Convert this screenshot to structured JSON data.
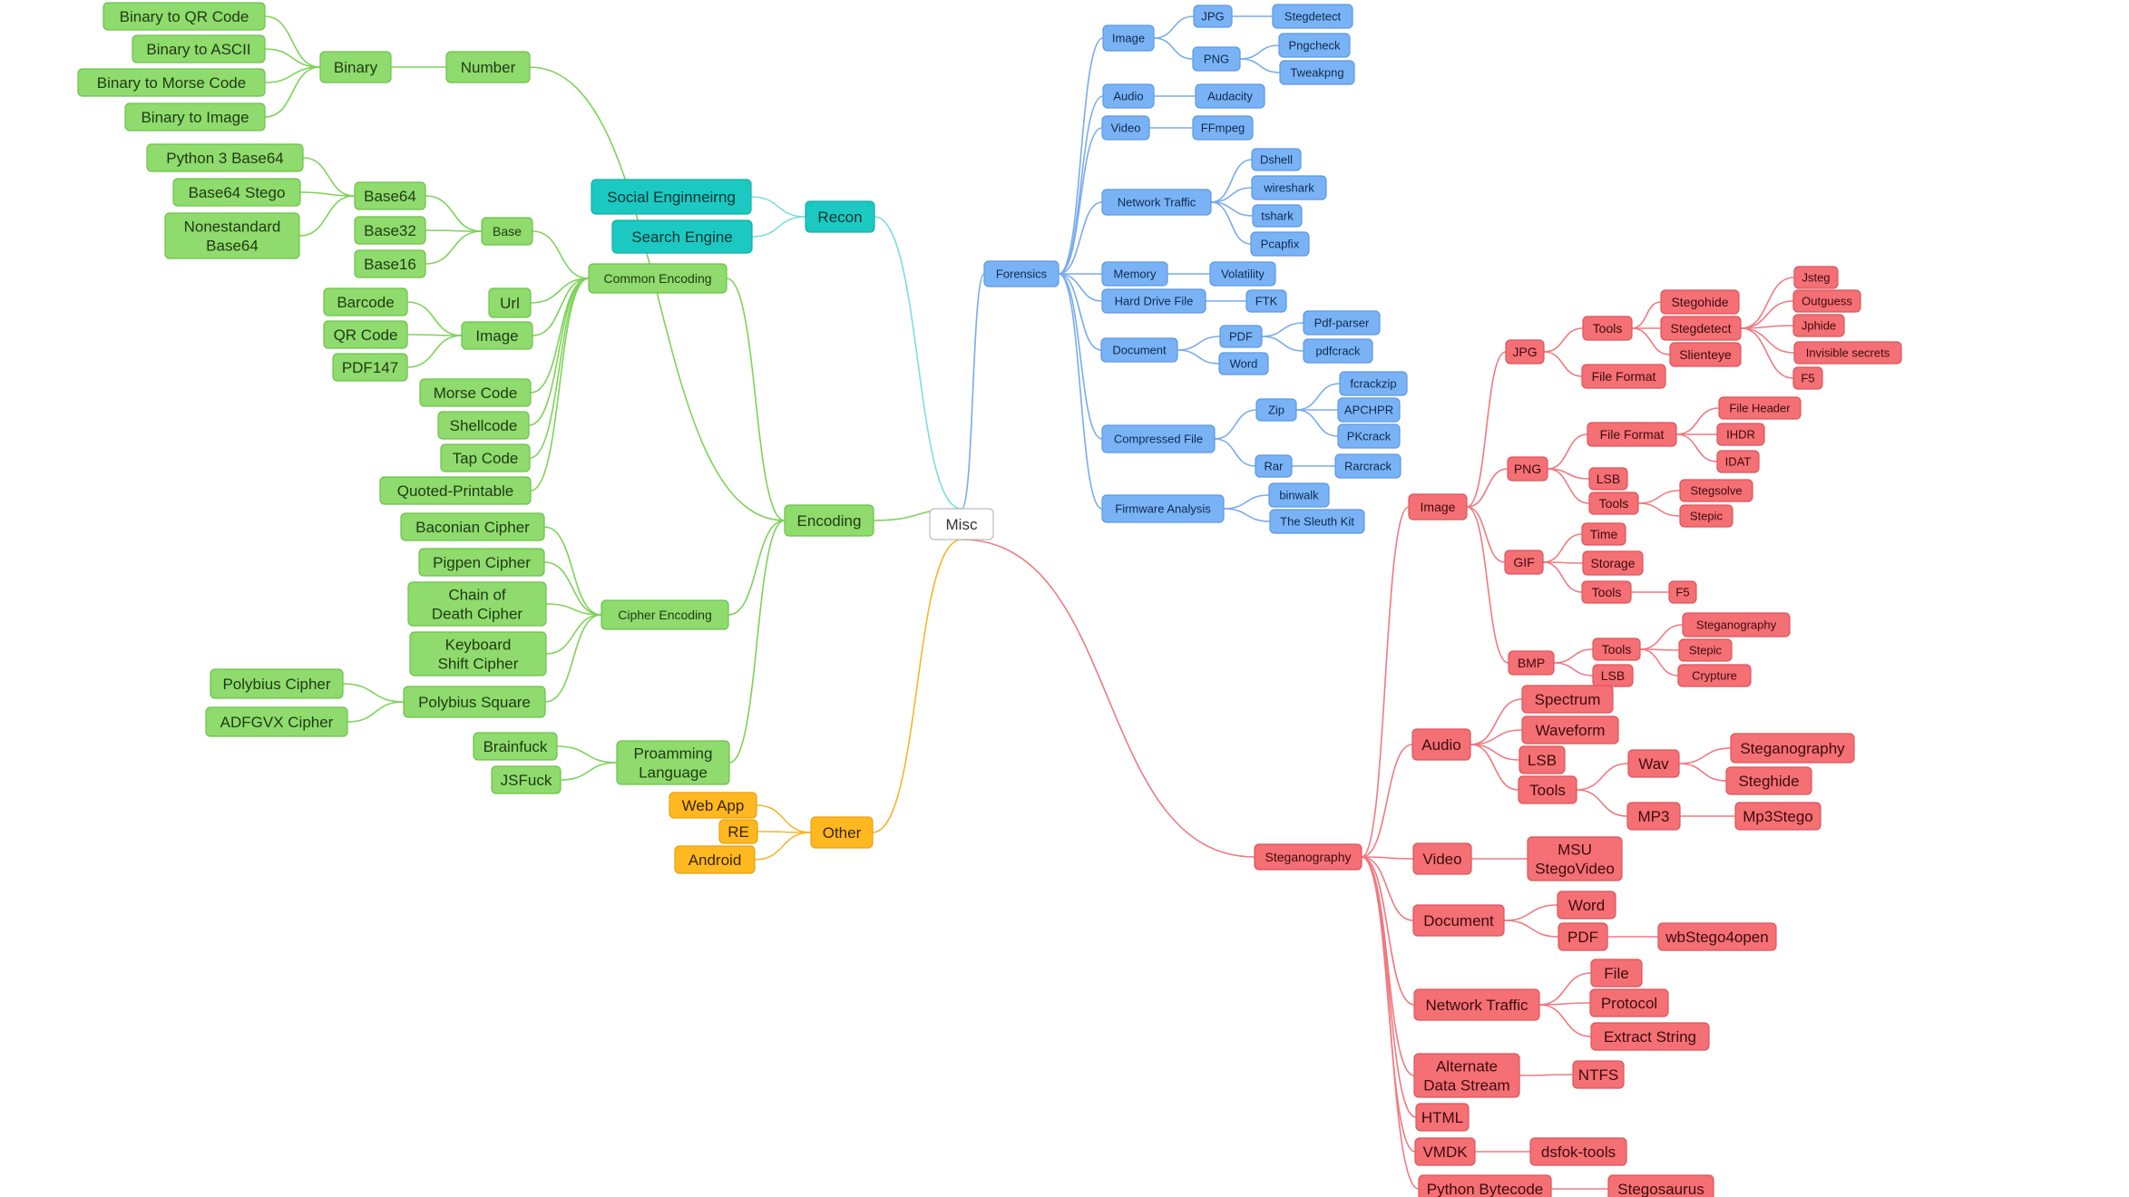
{
  "colors": {
    "green": {
      "fill": "#8FDB6E",
      "stroke": "#6CC24A",
      "text": "#1f3a12",
      "line": "#7ED35A"
    },
    "teal": {
      "fill": "#1CC9C2",
      "stroke": "#12AEA8",
      "text": "#063533",
      "line": "#7EDDE0"
    },
    "orange": {
      "fill": "#FFB820",
      "stroke": "#E9A00C",
      "text": "#3b2600",
      "line": "#F3B62E"
    },
    "blue": {
      "fill": "#7AB3F5",
      "stroke": "#5C98E3",
      "text": "#0d2a50",
      "line": "#7AACEC"
    },
    "red": {
      "fill": "#F47075",
      "stroke": "#DE545A",
      "text": "#3d0b0d",
      "line": "#F07A80"
    },
    "root": {
      "fill": "#ffffff",
      "stroke": "#bbbbbb",
      "text": "#333333",
      "line": "#cccccc"
    }
  },
  "nodes": [
    {
      "id": "misc",
      "label": "Misc",
      "color": "root"
    },
    {
      "id": "number",
      "label": "Number",
      "color": "green"
    },
    {
      "id": "binary",
      "label": "Binary",
      "color": "green"
    },
    {
      "id": "b2qr",
      "label": "Binary to QR Code",
      "color": "green"
    },
    {
      "id": "b2ascii",
      "label": "Binary to ASCII",
      "color": "green"
    },
    {
      "id": "b2morse",
      "label": "Binary to Morse Code",
      "color": "green"
    },
    {
      "id": "b2img",
      "label": "Binary to Image",
      "color": "green"
    },
    {
      "id": "common",
      "label": "Common Encoding",
      "color": "green"
    },
    {
      "id": "base",
      "label": "Base",
      "color": "green"
    },
    {
      "id": "base64",
      "label": "Base64",
      "color": "green"
    },
    {
      "id": "py3b64",
      "label": "Python 3 Base64",
      "color": "green"
    },
    {
      "id": "b64stego",
      "label": "Base64 Stego",
      "color": "green"
    },
    {
      "id": "nonstd",
      "label": "Nonestandard Base64",
      "color": "green"
    },
    {
      "id": "base32",
      "label": "Base32",
      "color": "green"
    },
    {
      "id": "base16",
      "label": "Base16",
      "color": "green"
    },
    {
      "id": "url",
      "label": "Url",
      "color": "green"
    },
    {
      "id": "gimage",
      "label": "Image",
      "color": "green"
    },
    {
      "id": "barcode",
      "label": "Barcode",
      "color": "green"
    },
    {
      "id": "qrcode",
      "label": "QR Code",
      "color": "green"
    },
    {
      "id": "pdf147",
      "label": "PDF147",
      "color": "green"
    },
    {
      "id": "morse",
      "label": "Morse Code",
      "color": "green"
    },
    {
      "id": "shellcode",
      "label": "Shellcode",
      "color": "green"
    },
    {
      "id": "tapcode",
      "label": "Tap Code",
      "color": "green"
    },
    {
      "id": "qp",
      "label": "Quoted-Printable",
      "color": "green"
    },
    {
      "id": "encoding",
      "label": "Encoding",
      "color": "green"
    },
    {
      "id": "cipher",
      "label": "Cipher Encoding",
      "color": "green"
    },
    {
      "id": "baconian",
      "label": "Baconian Cipher",
      "color": "green"
    },
    {
      "id": "pigpen",
      "label": "Pigpen Cipher",
      "color": "green"
    },
    {
      "id": "chain",
      "label": "Chain of Death Cipher",
      "color": "green"
    },
    {
      "id": "keyboard",
      "label": "Keyboard Shift Cipher",
      "color": "green"
    },
    {
      "id": "polysq",
      "label": "Polybius Square",
      "color": "green"
    },
    {
      "id": "polycipher",
      "label": "Polybius Cipher",
      "color": "green"
    },
    {
      "id": "adfgvx",
      "label": "ADFGVX Cipher",
      "color": "green"
    },
    {
      "id": "proamming",
      "label": "Proamming Language",
      "color": "green"
    },
    {
      "id": "brainfuck",
      "label": "Brainfuck",
      "color": "green"
    },
    {
      "id": "jsfuck",
      "label": "JSFuck",
      "color": "green"
    },
    {
      "id": "recon",
      "label": "Recon",
      "color": "teal"
    },
    {
      "id": "social",
      "label": "Social Enginneirng",
      "color": "teal"
    },
    {
      "id": "search",
      "label": "Search Engine",
      "color": "teal"
    },
    {
      "id": "other",
      "label": "Other",
      "color": "orange"
    },
    {
      "id": "webapp",
      "label": "Web App",
      "color": "orange"
    },
    {
      "id": "re",
      "label": "RE",
      "color": "orange"
    },
    {
      "id": "android",
      "label": "Android",
      "color": "orange"
    },
    {
      "id": "forensics",
      "label": "Forensics",
      "color": "blue"
    },
    {
      "id": "fimage",
      "label": "Image",
      "color": "blue"
    },
    {
      "id": "fjpg",
      "label": "JPG",
      "color": "blue"
    },
    {
      "id": "stegdetect1",
      "label": "Stegdetect",
      "color": "blue"
    },
    {
      "id": "fpng",
      "label": "PNG",
      "color": "blue"
    },
    {
      "id": "pngcheck",
      "label": "Pngcheck",
      "color": "blue"
    },
    {
      "id": "tweakpng",
      "label": "Tweakpng",
      "color": "blue"
    },
    {
      "id": "faudio",
      "label": "Audio",
      "color": "blue"
    },
    {
      "id": "audacity",
      "label": "Audacity",
      "color": "blue"
    },
    {
      "id": "fvideo",
      "label": "Video",
      "color": "blue"
    },
    {
      "id": "ffmpeg",
      "label": "FFmpeg",
      "color": "blue"
    },
    {
      "id": "fnet",
      "label": "Network Traffic",
      "color": "blue"
    },
    {
      "id": "dshell",
      "label": "Dshell",
      "color": "blue"
    },
    {
      "id": "wireshark",
      "label": "wireshark",
      "color": "blue"
    },
    {
      "id": "tshark",
      "label": "tshark",
      "color": "blue"
    },
    {
      "id": "pcapfix",
      "label": "Pcapfix",
      "color": "blue"
    },
    {
      "id": "memory",
      "label": "Memory",
      "color": "blue"
    },
    {
      "id": "volatility",
      "label": "Volatility",
      "color": "blue"
    },
    {
      "id": "hdd",
      "label": "Hard Drive File",
      "color": "blue"
    },
    {
      "id": "ftk",
      "label": "FTK",
      "color": "blue"
    },
    {
      "id": "fdoc",
      "label": "Document",
      "color": "blue"
    },
    {
      "id": "fpdf",
      "label": "PDF",
      "color": "blue"
    },
    {
      "id": "pdfparser",
      "label": "Pdf-parser",
      "color": "blue"
    },
    {
      "id": "pdfcrack",
      "label": "pdfcrack",
      "color": "blue"
    },
    {
      "id": "fword",
      "label": "Word",
      "color": "blue"
    },
    {
      "id": "compressed",
      "label": "Compressed File",
      "color": "blue"
    },
    {
      "id": "zip",
      "label": "Zip",
      "color": "blue"
    },
    {
      "id": "fcrackzip",
      "label": "fcrackzip",
      "color": "blue"
    },
    {
      "id": "apchpr",
      "label": "APCHPR",
      "color": "blue"
    },
    {
      "id": "pkcrack",
      "label": "PKcrack",
      "color": "blue"
    },
    {
      "id": "rar",
      "label": "Rar",
      "color": "blue"
    },
    {
      "id": "rarcrack",
      "label": "Rarcrack",
      "color": "blue"
    },
    {
      "id": "firmware",
      "label": "Firmware Analysis",
      "color": "blue"
    },
    {
      "id": "binwalk",
      "label": "binwalk",
      "color": "blue"
    },
    {
      "id": "sleuth",
      "label": "The Sleuth Kit",
      "color": "blue"
    },
    {
      "id": "steg",
      "label": "Steganography",
      "color": "red"
    },
    {
      "id": "simage",
      "label": "Image",
      "color": "red"
    },
    {
      "id": "sjpg",
      "label": "JPG",
      "color": "red"
    },
    {
      "id": "jtools",
      "label": "Tools",
      "color": "red"
    },
    {
      "id": "stegohide",
      "label": "Stegohide",
      "color": "red"
    },
    {
      "id": "stegdetect2",
      "label": "Stegdetect",
      "color": "red"
    },
    {
      "id": "slienteye",
      "label": "Slienteye",
      "color": "red"
    },
    {
      "id": "jsteg",
      "label": "Jsteg",
      "color": "red"
    },
    {
      "id": "outguess",
      "label": "Outguess",
      "color": "red"
    },
    {
      "id": "jphide",
      "label": "Jphide",
      "color": "red"
    },
    {
      "id": "invisible",
      "label": "Invisible secrets",
      "color": "red"
    },
    {
      "id": "f5a",
      "label": "F5",
      "color": "red"
    },
    {
      "id": "jff",
      "label": "File Format",
      "color": "red"
    },
    {
      "id": "spng",
      "label": "PNG",
      "color": "red"
    },
    {
      "id": "pff",
      "label": "File Format",
      "color": "red"
    },
    {
      "id": "fileheader",
      "label": "File Header",
      "color": "red"
    },
    {
      "id": "ihdr",
      "label": "IHDR",
      "color": "red"
    },
    {
      "id": "idat",
      "label": "IDAT",
      "color": "red"
    },
    {
      "id": "plsb",
      "label": "LSB",
      "color": "red"
    },
    {
      "id": "ptools",
      "label": "Tools",
      "color": "red"
    },
    {
      "id": "stegsolve",
      "label": "Stegsolve",
      "color": "red"
    },
    {
      "id": "stepic1",
      "label": "Stepic",
      "color": "red"
    },
    {
      "id": "sgif",
      "label": "GIF",
      "color": "red"
    },
    {
      "id": "time",
      "label": "Time",
      "color": "red"
    },
    {
      "id": "storage",
      "label": "Storage",
      "color": "red"
    },
    {
      "id": "gtools",
      "label": "Tools",
      "color": "red"
    },
    {
      "id": "f5b",
      "label": "F5",
      "color": "red"
    },
    {
      "id": "sbmp",
      "label": "BMP",
      "color": "red"
    },
    {
      "id": "btools",
      "label": "Tools",
      "color": "red"
    },
    {
      "id": "blsb",
      "label": "LSB",
      "color": "red"
    },
    {
      "id": "steganography2",
      "label": "Steganography",
      "color": "red"
    },
    {
      "id": "stepic2",
      "label": "Stepic",
      "color": "red"
    },
    {
      "id": "crypture",
      "label": "Crypture",
      "color": "red"
    },
    {
      "id": "saudio",
      "label": "Audio",
      "color": "red"
    },
    {
      "id": "spectrum",
      "label": "Spectrum",
      "color": "red"
    },
    {
      "id": "waveform",
      "label": "Waveform",
      "color": "red"
    },
    {
      "id": "alsb",
      "label": "LSB",
      "color": "red"
    },
    {
      "id": "atools",
      "label": "Tools",
      "color": "red"
    },
    {
      "id": "wav",
      "label": "Wav",
      "color": "red"
    },
    {
      "id": "steganography3",
      "label": "Steganography",
      "color": "red"
    },
    {
      "id": "steghide",
      "label": "Steghide",
      "color": "red"
    },
    {
      "id": "mp3",
      "label": "MP3",
      "color": "red"
    },
    {
      "id": "mp3stego",
      "label": "Mp3Stego",
      "color": "red"
    },
    {
      "id": "svideo",
      "label": "Video",
      "color": "red"
    },
    {
      "id": "msu",
      "label": "MSU StegoVideo",
      "color": "red"
    },
    {
      "id": "sdoc",
      "label": "Document",
      "color": "red"
    },
    {
      "id": "sword",
      "label": "Word",
      "color": "red"
    },
    {
      "id": "spdf",
      "label": "PDF",
      "color": "red"
    },
    {
      "id": "wbstego",
      "label": "wbStego4open",
      "color": "red"
    },
    {
      "id": "snet",
      "label": "Network Traffic",
      "color": "red"
    },
    {
      "id": "sfile",
      "label": "File",
      "color": "red"
    },
    {
      "id": "protocol",
      "label": "Protocol",
      "color": "red"
    },
    {
      "id": "extract",
      "label": "Extract String",
      "color": "red"
    },
    {
      "id": "ads",
      "label": "Alternate Data Stream",
      "color": "red"
    },
    {
      "id": "ntfs",
      "label": "NTFS",
      "color": "red"
    },
    {
      "id": "html",
      "label": "HTML",
      "color": "red"
    },
    {
      "id": "vmdk",
      "label": "VMDK",
      "color": "red"
    },
    {
      "id": "dsfok",
      "label": "dsfok-tools",
      "color": "red"
    },
    {
      "id": "pybyte",
      "label": "Python Bytecode",
      "color": "red"
    },
    {
      "id": "stegosaurus",
      "label": "Stegosaurus",
      "color": "red"
    }
  ],
  "edges": [
    [
      "misc",
      "encoding"
    ],
    [
      "misc",
      "recon"
    ],
    [
      "misc",
      "other"
    ],
    [
      "misc",
      "forensics"
    ],
    [
      "misc",
      "steg"
    ],
    [
      "encoding",
      "number"
    ],
    [
      "encoding",
      "common"
    ],
    [
      "encoding",
      "cipher"
    ],
    [
      "encoding",
      "proamming"
    ],
    [
      "number",
      "binary"
    ],
    [
      "binary",
      "b2qr"
    ],
    [
      "binary",
      "b2ascii"
    ],
    [
      "binary",
      "b2morse"
    ],
    [
      "binary",
      "b2img"
    ],
    [
      "common",
      "base"
    ],
    [
      "common",
      "url"
    ],
    [
      "common",
      "gimage"
    ],
    [
      "common",
      "morse"
    ],
    [
      "common",
      "shellcode"
    ],
    [
      "common",
      "tapcode"
    ],
    [
      "common",
      "qp"
    ],
    [
      "base",
      "base64"
    ],
    [
      "base",
      "base32"
    ],
    [
      "base",
      "base16"
    ],
    [
      "base64",
      "py3b64"
    ],
    [
      "base64",
      "b64stego"
    ],
    [
      "base64",
      "nonstd"
    ],
    [
      "gimage",
      "barcode"
    ],
    [
      "gimage",
      "qrcode"
    ],
    [
      "gimage",
      "pdf147"
    ],
    [
      "cipher",
      "baconian"
    ],
    [
      "cipher",
      "pigpen"
    ],
    [
      "cipher",
      "chain"
    ],
    [
      "cipher",
      "keyboard"
    ],
    [
      "cipher",
      "polysq"
    ],
    [
      "polysq",
      "polycipher"
    ],
    [
      "polysq",
      "adfgvx"
    ],
    [
      "proamming",
      "brainfuck"
    ],
    [
      "proamming",
      "jsfuck"
    ],
    [
      "recon",
      "social"
    ],
    [
      "recon",
      "search"
    ],
    [
      "other",
      "webapp"
    ],
    [
      "other",
      "re"
    ],
    [
      "other",
      "android"
    ],
    [
      "forensics",
      "fimage"
    ],
    [
      "forensics",
      "faudio"
    ],
    [
      "forensics",
      "fvideo"
    ],
    [
      "forensics",
      "fnet"
    ],
    [
      "forensics",
      "memory"
    ],
    [
      "forensics",
      "hdd"
    ],
    [
      "forensics",
      "fdoc"
    ],
    [
      "forensics",
      "compressed"
    ],
    [
      "forensics",
      "firmware"
    ],
    [
      "fimage",
      "fjpg"
    ],
    [
      "fimage",
      "fpng"
    ],
    [
      "fjpg",
      "stegdetect1"
    ],
    [
      "fpng",
      "pngcheck"
    ],
    [
      "fpng",
      "tweakpng"
    ],
    [
      "faudio",
      "audacity"
    ],
    [
      "fvideo",
      "ffmpeg"
    ],
    [
      "fnet",
      "dshell"
    ],
    [
      "fnet",
      "wireshark"
    ],
    [
      "fnet",
      "tshark"
    ],
    [
      "fnet",
      "pcapfix"
    ],
    [
      "memory",
      "volatility"
    ],
    [
      "hdd",
      "ftk"
    ],
    [
      "fdoc",
      "fpdf"
    ],
    [
      "fdoc",
      "fword"
    ],
    [
      "fpdf",
      "pdfparser"
    ],
    [
      "fpdf",
      "pdfcrack"
    ],
    [
      "compressed",
      "zip"
    ],
    [
      "compressed",
      "rar"
    ],
    [
      "zip",
      "fcrackzip"
    ],
    [
      "zip",
      "apchpr"
    ],
    [
      "zip",
      "pkcrack"
    ],
    [
      "rar",
      "rarcrack"
    ],
    [
      "firmware",
      "binwalk"
    ],
    [
      "firmware",
      "sleuth"
    ],
    [
      "steg",
      "simage"
    ],
    [
      "steg",
      "saudio"
    ],
    [
      "steg",
      "svideo"
    ],
    [
      "steg",
      "sdoc"
    ],
    [
      "steg",
      "snet"
    ],
    [
      "steg",
      "ads"
    ],
    [
      "steg",
      "html"
    ],
    [
      "steg",
      "vmdk"
    ],
    [
      "steg",
      "pybyte"
    ],
    [
      "simage",
      "sjpg"
    ],
    [
      "simage",
      "spng"
    ],
    [
      "simage",
      "sgif"
    ],
    [
      "simage",
      "sbmp"
    ],
    [
      "sjpg",
      "jtools"
    ],
    [
      "sjpg",
      "jff"
    ],
    [
      "jtools",
      "stegohide"
    ],
    [
      "jtools",
      "stegdetect2"
    ],
    [
      "jtools",
      "slienteye"
    ],
    [
      "stegdetect2",
      "jsteg"
    ],
    [
      "stegdetect2",
      "outguess"
    ],
    [
      "stegdetect2",
      "jphide"
    ],
    [
      "stegdetect2",
      "invisible"
    ],
    [
      "stegdetect2",
      "f5a"
    ],
    [
      "spng",
      "pff"
    ],
    [
      "spng",
      "plsb"
    ],
    [
      "spng",
      "ptools"
    ],
    [
      "pff",
      "fileheader"
    ],
    [
      "pff",
      "ihdr"
    ],
    [
      "pff",
      "idat"
    ],
    [
      "ptools",
      "stegsolve"
    ],
    [
      "ptools",
      "stepic1"
    ],
    [
      "sgif",
      "time"
    ],
    [
      "sgif",
      "storage"
    ],
    [
      "sgif",
      "gtools"
    ],
    [
      "gtools",
      "f5b"
    ],
    [
      "sbmp",
      "btools"
    ],
    [
      "sbmp",
      "blsb"
    ],
    [
      "btools",
      "steganography2"
    ],
    [
      "btools",
      "stepic2"
    ],
    [
      "btools",
      "crypture"
    ],
    [
      "saudio",
      "spectrum"
    ],
    [
      "saudio",
      "waveform"
    ],
    [
      "saudio",
      "alsb"
    ],
    [
      "saudio",
      "atools"
    ],
    [
      "atools",
      "wav"
    ],
    [
      "atools",
      "mp3"
    ],
    [
      "wav",
      "steganography3"
    ],
    [
      "wav",
      "steghide"
    ],
    [
      "mp3",
      "mp3stego"
    ],
    [
      "svideo",
      "msu"
    ],
    [
      "sdoc",
      "sword"
    ],
    [
      "sdoc",
      "spdf"
    ],
    [
      "spdf",
      "wbstego"
    ],
    [
      "snet",
      "sfile"
    ],
    [
      "snet",
      "protocol"
    ],
    [
      "snet",
      "extract"
    ],
    [
      "ads",
      "ntfs"
    ],
    [
      "vmdk",
      "dsfok"
    ],
    [
      "pybyte",
      "stegosaurus"
    ]
  ]
}
